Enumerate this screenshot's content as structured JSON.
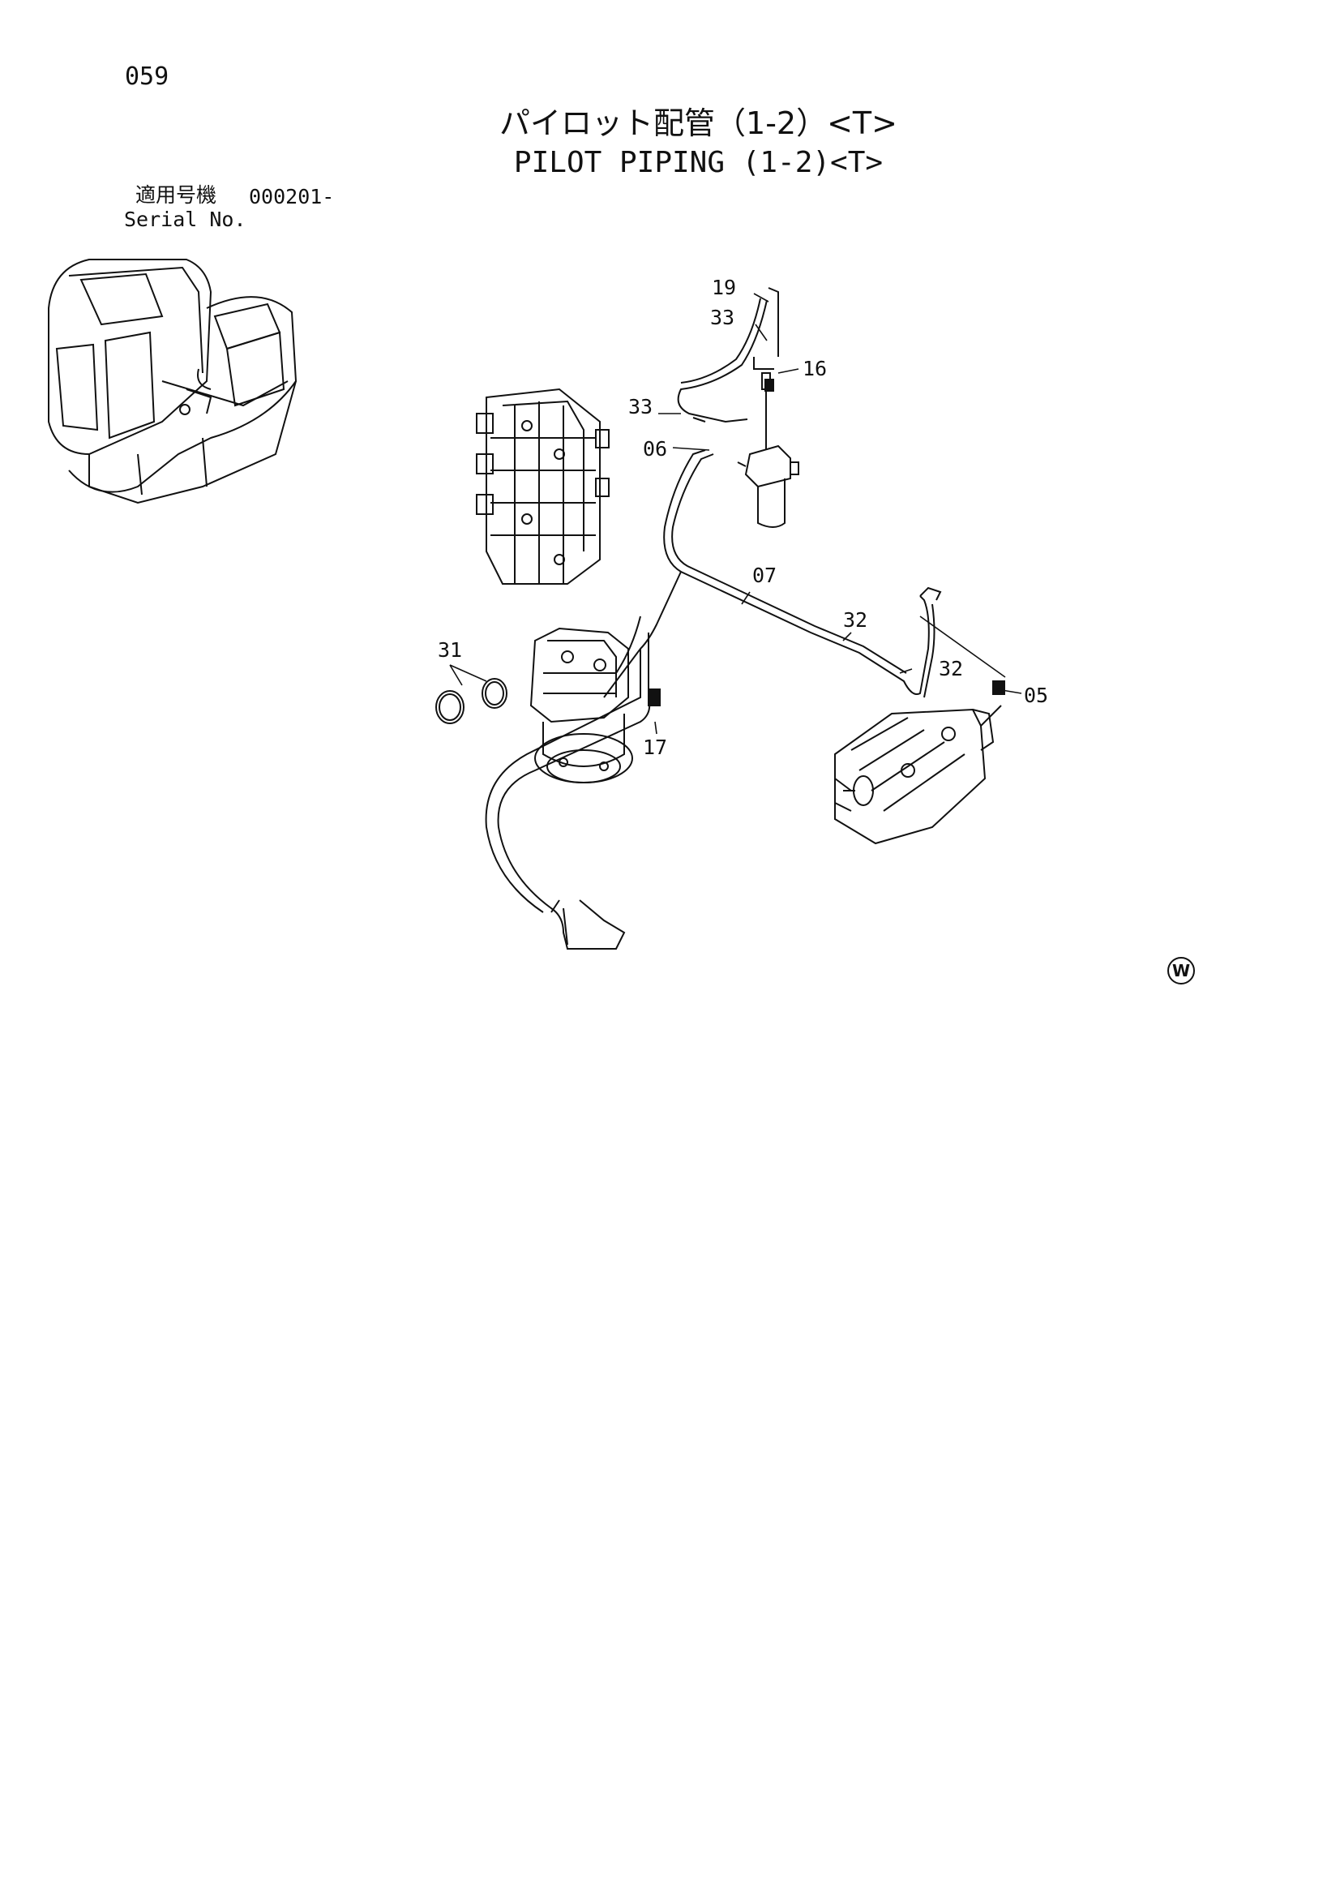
{
  "page_number": "059",
  "title_jp": "パイロット配管（1-2）<T>",
  "title_en": "PILOT PIPING (1-2)<T>",
  "serial": {
    "label_jp": "適用号機",
    "value": "000201-",
    "label_en": "Serial No."
  },
  "callouts": {
    "p19": "19",
    "p33a": "33",
    "p33b": "33",
    "p16": "16",
    "p06": "06",
    "p07": "07",
    "p32a": "32",
    "p32b": "32",
    "p05": "05",
    "p31": "31",
    "p17": "17"
  },
  "mark": "W"
}
